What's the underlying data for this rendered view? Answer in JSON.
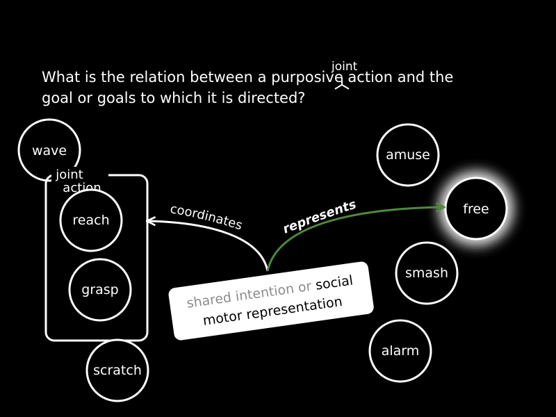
{
  "question": {
    "line1_before": "What is the relation between a purposive ",
    "line1_after": "action and the",
    "line2": "goal or goals to which it is directed?",
    "insertion": "joint"
  },
  "action_nodes": {
    "wave": "wave",
    "reach": "reach",
    "grasp": "grasp",
    "scratch": "scratch"
  },
  "group": {
    "label_line1": "joint",
    "label_line2": "action"
  },
  "goal_nodes": {
    "amuse": "amuse",
    "free": "free",
    "smash": "smash",
    "alarm": "alarm"
  },
  "arrows": {
    "coordinates": "coordinates",
    "represents": "represents"
  },
  "central_box": {
    "line1_part1": "shared intention or ",
    "line1_part2": "social",
    "line2": "motor representation"
  },
  "colors": {
    "background": "#000000",
    "foreground": "#ffffff",
    "represents_arrow": "#4f8a3c",
    "faded_text": "#8c8c8c",
    "box_text": "#000000",
    "highlight_glow": "#ffffff"
  }
}
